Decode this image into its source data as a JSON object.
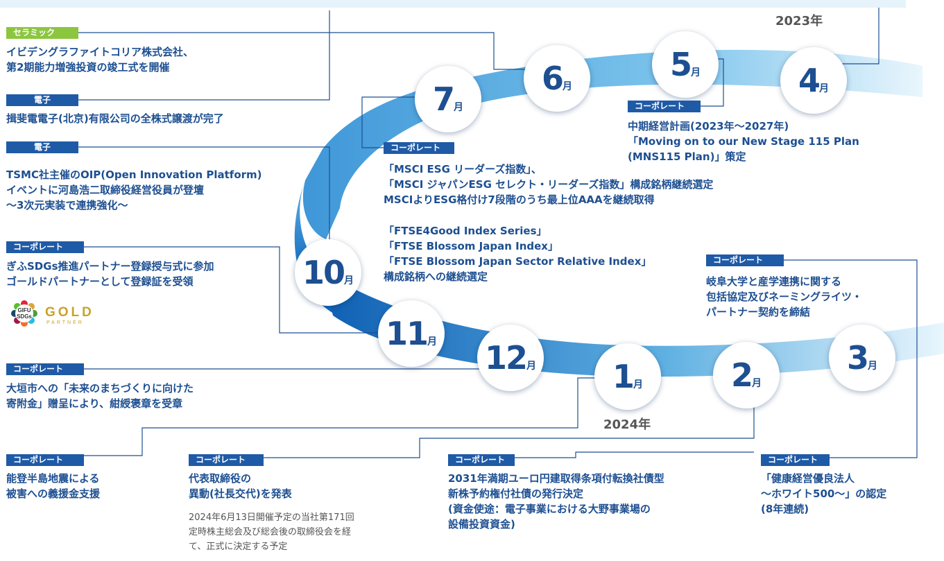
{
  "years": {
    "y2023": "2023年",
    "y2024": "2024年"
  },
  "month_unit": "月",
  "months": {
    "m4": "4",
    "m5": "5",
    "m6": "6",
    "m7": "7",
    "m10": "10",
    "m11": "11",
    "m12": "12",
    "m1": "1",
    "m2": "2",
    "m3": "3"
  },
  "events": {
    "ibiden_graphite": {
      "tag": "セラミック",
      "lines": [
        "イビデングラファイトコリア株式会社、",
        "第2期能力増強投資の竣工式を開催"
      ]
    },
    "ibiden_electronics_beijing": {
      "tag": "電子",
      "lines": [
        "揖斐電電子(北京)有限公司の全株式譲渡が完了"
      ]
    },
    "tsmc_oip": {
      "tag": "電子",
      "lines": [
        "TSMC社主催のOIP(Open Innovation Platform)",
        "イベントに河島浩二取締役経営役員が登壇",
        "～3次元実装で連携強化～"
      ]
    },
    "gifu_sdgs": {
      "tag": "コーポレート",
      "lines": [
        "ぎふSDGs推進パートナー登録授与式に参加",
        "ゴールドパートナーとして登録証を受領"
      ],
      "logo_text": [
        "GIFU",
        "SDGs",
        "GOLD",
        "PARTNER"
      ]
    },
    "ogaki_donation": {
      "tag": "コーポレート",
      "lines": [
        "大垣市への「未来のまちづくりに向けた",
        "寄附金」贈呈により、紺綬褒章を受章"
      ]
    },
    "noto_earthquake": {
      "tag": "コーポレート",
      "lines": [
        "能登半島地震による",
        "被害への義援金支援"
      ]
    },
    "president_change": {
      "tag": "コーポレート",
      "lines": [
        "代表取締役の",
        "異動(社長交代)を発表"
      ],
      "note": [
        "2024年6月13日開催予定の当社第171回",
        "定時株主総会及び総会後の取締役会を経",
        "て、正式に決定する予定"
      ]
    },
    "convertible_bond": {
      "tag": "コーポレート",
      "lines": [
        "2031年満期ユーロ円建取得条項付転換社債型",
        "新株予約権付社債の発行決定",
        "(資金使途：電子事業における大野事業場の",
        "設備投資資金)"
      ]
    },
    "health_management": {
      "tag": "コーポレート",
      "lines": [
        "「健康経営優良法人",
        "～ホワイト500～」の認定",
        "(8年連続)"
      ]
    },
    "gifu_university": {
      "tag": "コーポレート",
      "lines": [
        "岐阜大学と産学連携に関する",
        "包括協定及びネーミングライツ・",
        "パートナー契約を締結"
      ]
    },
    "mid_term_plan": {
      "tag": "コーポレート",
      "lines": [
        "中期経営計画(2023年～2027年)",
        "「Moving on to our New Stage 115 Plan",
        "(MNS115 Plan)」策定"
      ]
    },
    "esg_index": {
      "tag": "コーポレート",
      "lines": [
        "「MSCI ESG リーダーズ指数」、",
        "「MSCI ジャパンESG セレクト・リーダーズ指数」構成銘柄継続選定",
        "MSCIよりESG格付け7段階のうち最上位AAAを継続取得"
      ],
      "lines2": [
        "「FTSE4Good Index Series」",
        "「FTSE Blossom Japan Index」",
        "「FTSE Blossom Japan Sector Relative Index」",
        "構成銘柄への継続選定"
      ]
    }
  },
  "colors": {
    "primary": "#1d4f91",
    "tag_corporate": "#1f5aa6",
    "tag_ceramic": "#8cc63f",
    "ribbon_light": "#b9e2f6",
    "ribbon_dark": "#0f63b8",
    "gold": "#c9a227"
  }
}
